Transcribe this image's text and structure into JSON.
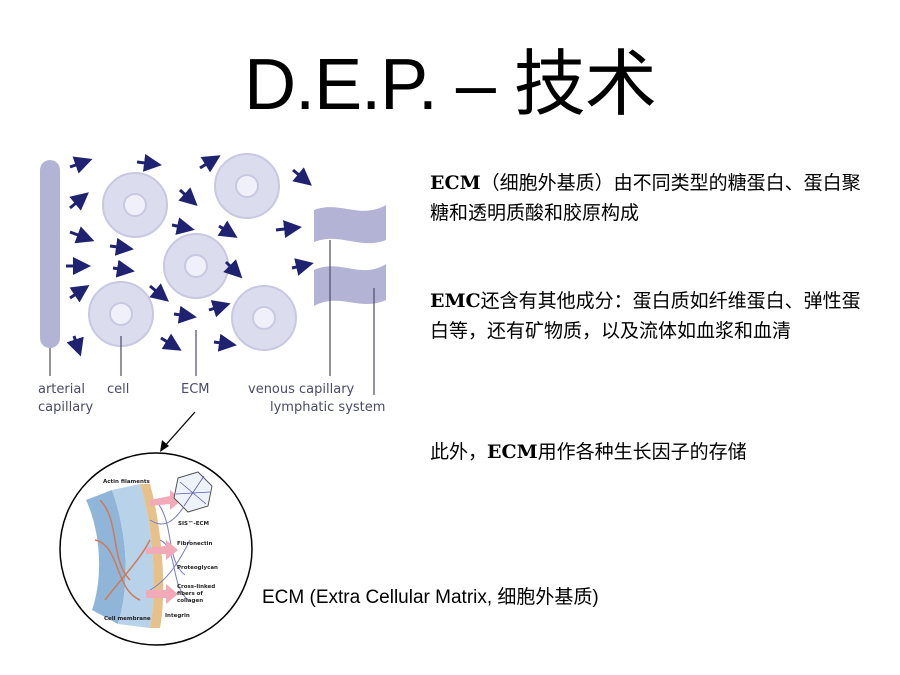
{
  "slide": {
    "title": "D.E.P. – 技术"
  },
  "diagram": {
    "labels": {
      "arterial_line1": "arterial",
      "arterial_line2": "capillary",
      "cell": "cell",
      "ecm": "ECM",
      "venous": "venous capillary",
      "lymphatic": "lymphatic system"
    },
    "colors": {
      "vessel": "#b3b3d6",
      "arrow": "#1f2270",
      "cell_outer": "#d8d8ee",
      "cell_inner": "#ebebf7",
      "label": "#4a4a6a"
    }
  },
  "inset": {
    "labels": {
      "actin": "Actin filaments",
      "sis_ecm": "SIS™-ECM",
      "fibronectin": "Fibronectin",
      "proteoglycan": "Proteoglycan",
      "crosslinked1": "Cross-linked",
      "crosslinked2": "fibers of",
      "crosslinked3": "collagen",
      "integrin": "Integrin",
      "membrane": "Cell membrane"
    }
  },
  "text": {
    "p1_bold": "ECM",
    "p1_rest": "（细胞外基质）由不同类型的糖蛋白、蛋白聚糖和透明质酸和胶原构成",
    "p2_bold": "EMC",
    "p2_rest": "还含有其他成分：蛋白质如纤维蛋白、弹性蛋白等，还有矿物质，以及流体如血浆和血清",
    "p3_prefix": "此外，",
    "p3_bold": "ECM",
    "p3_rest": "用作各种生长因子的存储"
  },
  "caption": "ECM (Extra Cellular Matrix, 细胞外基质)"
}
